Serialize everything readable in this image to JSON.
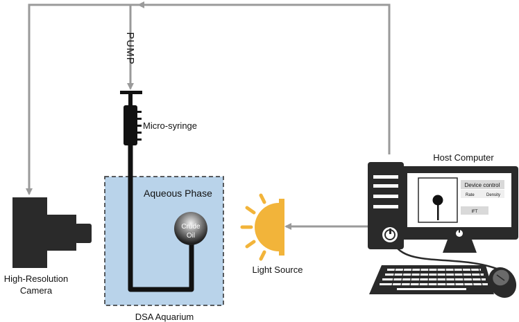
{
  "labels": {
    "pump": "PUMP",
    "syringe": "Micro-syringe",
    "aqueous": "Aqueous Phase",
    "crude_line1": "Crude",
    "crude_line2": "Oil",
    "aquarium": "DSA Aquarium",
    "light": "Light Source",
    "camera_line1": "High-Resolution",
    "camera_line2": "Camera",
    "host": "Host Computer",
    "screen_panel_title": "Device control",
    "screen_rate": "Rate",
    "screen_density": "Density",
    "screen_ift": "IFT"
  },
  "colors": {
    "line": "#9a9a9a",
    "aquarium_fill": "#b9d3ea",
    "device": "#2a2a2a",
    "light_yellow": "#f2b43a"
  }
}
